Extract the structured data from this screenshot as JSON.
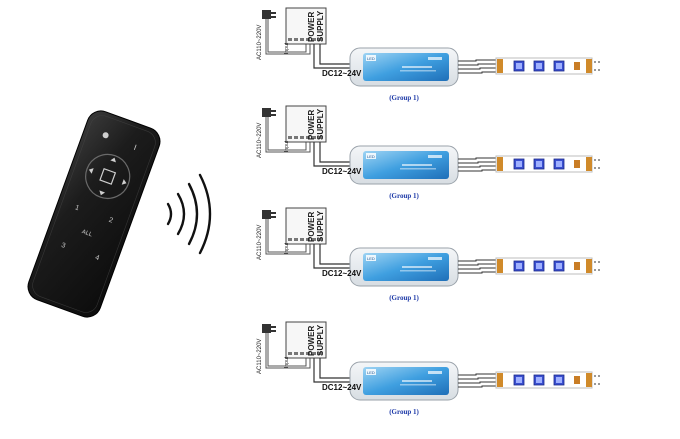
{
  "remote": {
    "power_symbol": "I",
    "keys": [
      "1",
      "2",
      "3",
      "4",
      "ALL"
    ]
  },
  "groups": [
    {
      "input_voltage": "AC110~220V",
      "input_label": "Input",
      "ps_line1": "POWER",
      "ps_line2": "SUPPLY",
      "output_voltage": "DC12~24V",
      "controller_badge": "LED",
      "group_label": "(Group 1)"
    },
    {
      "input_voltage": "AC110~220V",
      "input_label": "Input",
      "ps_line1": "POWER",
      "ps_line2": "SUPPLY",
      "output_voltage": "DC12~24V",
      "controller_badge": "LED",
      "group_label": "(Group 1)"
    },
    {
      "input_voltage": "AC110~220V",
      "input_label": "Input",
      "ps_line1": "POWER",
      "ps_line2": "SUPPLY",
      "output_voltage": "DC12~24V",
      "controller_badge": "LED",
      "group_label": "(Group 1)"
    },
    {
      "input_voltage": "AC110~220V",
      "input_label": "Input",
      "ps_line1": "POWER",
      "ps_line2": "SUPPLY",
      "output_voltage": "DC12~24V",
      "controller_badge": "LED",
      "group_label": "(Group 1)"
    }
  ],
  "colors": {
    "controller_blue": "#2f8fd8",
    "group_label": "#1e3aa8",
    "led_chip": "#3a4fd0",
    "remote_body": "#1c1c1c"
  }
}
